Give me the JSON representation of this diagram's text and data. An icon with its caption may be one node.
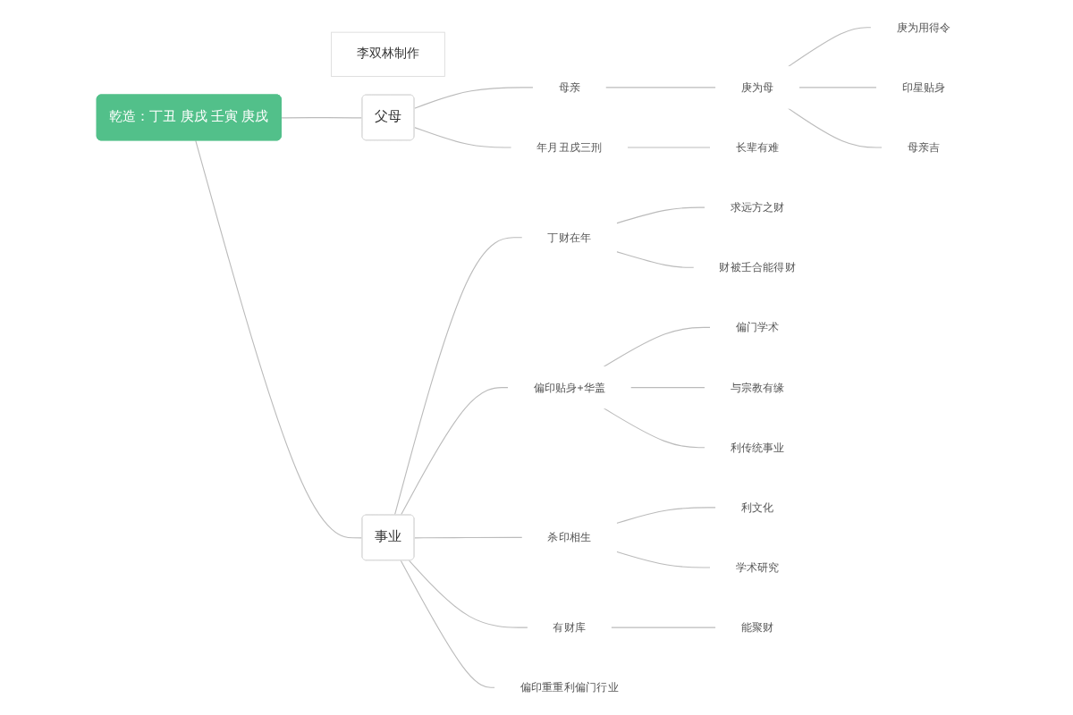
{
  "diagram": {
    "nodes": [
      {
        "text": [
          "乾造：丁丑 庚戌 壬寅 庚戌"
        ]
      },
      {
        "text": [
          "李双林制作"
        ]
      },
      {
        "text": [
          "父母"
        ]
      },
      {
        "text": [
          "母亲"
        ]
      },
      {
        "text": [
          "庚为母"
        ]
      },
      {
        "text": [
          "庚为用得令"
        ]
      },
      {
        "text": [
          "印星贴身"
        ]
      },
      {
        "text": [
          "母亲吉"
        ]
      },
      {
        "text": [
          "年月丑戌三刑"
        ]
      },
      {
        "text": [
          "长辈有难"
        ]
      },
      {
        "text": [
          "事业"
        ]
      },
      {
        "text": [
          "丁财在年"
        ]
      },
      {
        "text": [
          "求远方之财"
        ]
      },
      {
        "text": [
          "财被壬合能得财"
        ]
      },
      {
        "text": [
          "偏印贴身+华盖"
        ]
      },
      {
        "text": [
          "偏门学术"
        ]
      },
      {
        "text": [
          "与宗教有缘"
        ]
      },
      {
        "text": [
          "利传统事业"
        ]
      },
      {
        "text": [
          "杀印相生"
        ]
      },
      {
        "text": [
          "利文化"
        ]
      },
      {
        "text": [
          "学术研究"
        ]
      },
      {
        "text": [
          "有财库"
        ]
      },
      {
        "text": [
          "能聚财"
        ]
      },
      {
        "text": [
          "偏印重重利偏门行业"
        ]
      }
    ],
    "edges": [
      {
        "from": 0,
        "to": 2,
        "arrow": "none"
      },
      {
        "from": 0,
        "to": 10,
        "arrow": "none"
      },
      {
        "from": 2,
        "to": 3,
        "arrow": "none"
      },
      {
        "from": 3,
        "to": 4,
        "arrow": "none"
      },
      {
        "from": 4,
        "to": 5,
        "arrow": "none"
      },
      {
        "from": 4,
        "to": 6,
        "arrow": "none"
      },
      {
        "from": 4,
        "to": 7,
        "arrow": "none"
      },
      {
        "from": 2,
        "to": 8,
        "arrow": "none"
      },
      {
        "from": 8,
        "to": 9,
        "arrow": "none"
      },
      {
        "from": 10,
        "to": 11,
        "arrow": "none"
      },
      {
        "from": 11,
        "to": 12,
        "arrow": "none"
      },
      {
        "from": 11,
        "to": 13,
        "arrow": "none"
      },
      {
        "from": 10,
        "to": 14,
        "arrow": "none"
      },
      {
        "from": 14,
        "to": 15,
        "arrow": "none"
      },
      {
        "from": 14,
        "to": 16,
        "arrow": "none"
      },
      {
        "from": 14,
        "to": 17,
        "arrow": "none"
      },
      {
        "from": 10,
        "to": 18,
        "arrow": "none"
      },
      {
        "from": 18,
        "to": 19,
        "arrow": "none"
      },
      {
        "from": 18,
        "to": 20,
        "arrow": "none"
      },
      {
        "from": 10,
        "to": 21,
        "arrow": "none"
      },
      {
        "from": 21,
        "to": 22,
        "arrow": "none"
      },
      {
        "from": 10,
        "to": 23,
        "arrow": "none"
      }
    ]
  }
}
